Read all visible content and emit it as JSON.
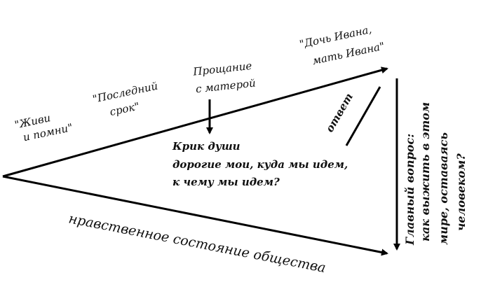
{
  "works": {
    "work_1": {
      "line_1": "\"Живи",
      "line_2": "и помни\""
    },
    "work_2": {
      "line_1": "\"Последний",
      "line_2": "срок\""
    },
    "work_3": {
      "line_1": "Прощание",
      "line_2": "с матерой"
    },
    "work_4": {
      "line_1": "\"Дочь Ивана,",
      "line_2": "мать Ивана\""
    }
  },
  "cry": {
    "line_1": "Крик души",
    "line_2": "дорогие мои, куда мы идем,",
    "line_3": "к чему мы идем?"
  },
  "answer_label": "ответ",
  "bottom_label": "нравственное состояние общества",
  "main_question": {
    "line_1": "Главный вопрос:",
    "line_2": "как выжить в этом",
    "line_3": "мире, оставаясь",
    "line_4": "человеком?"
  }
}
